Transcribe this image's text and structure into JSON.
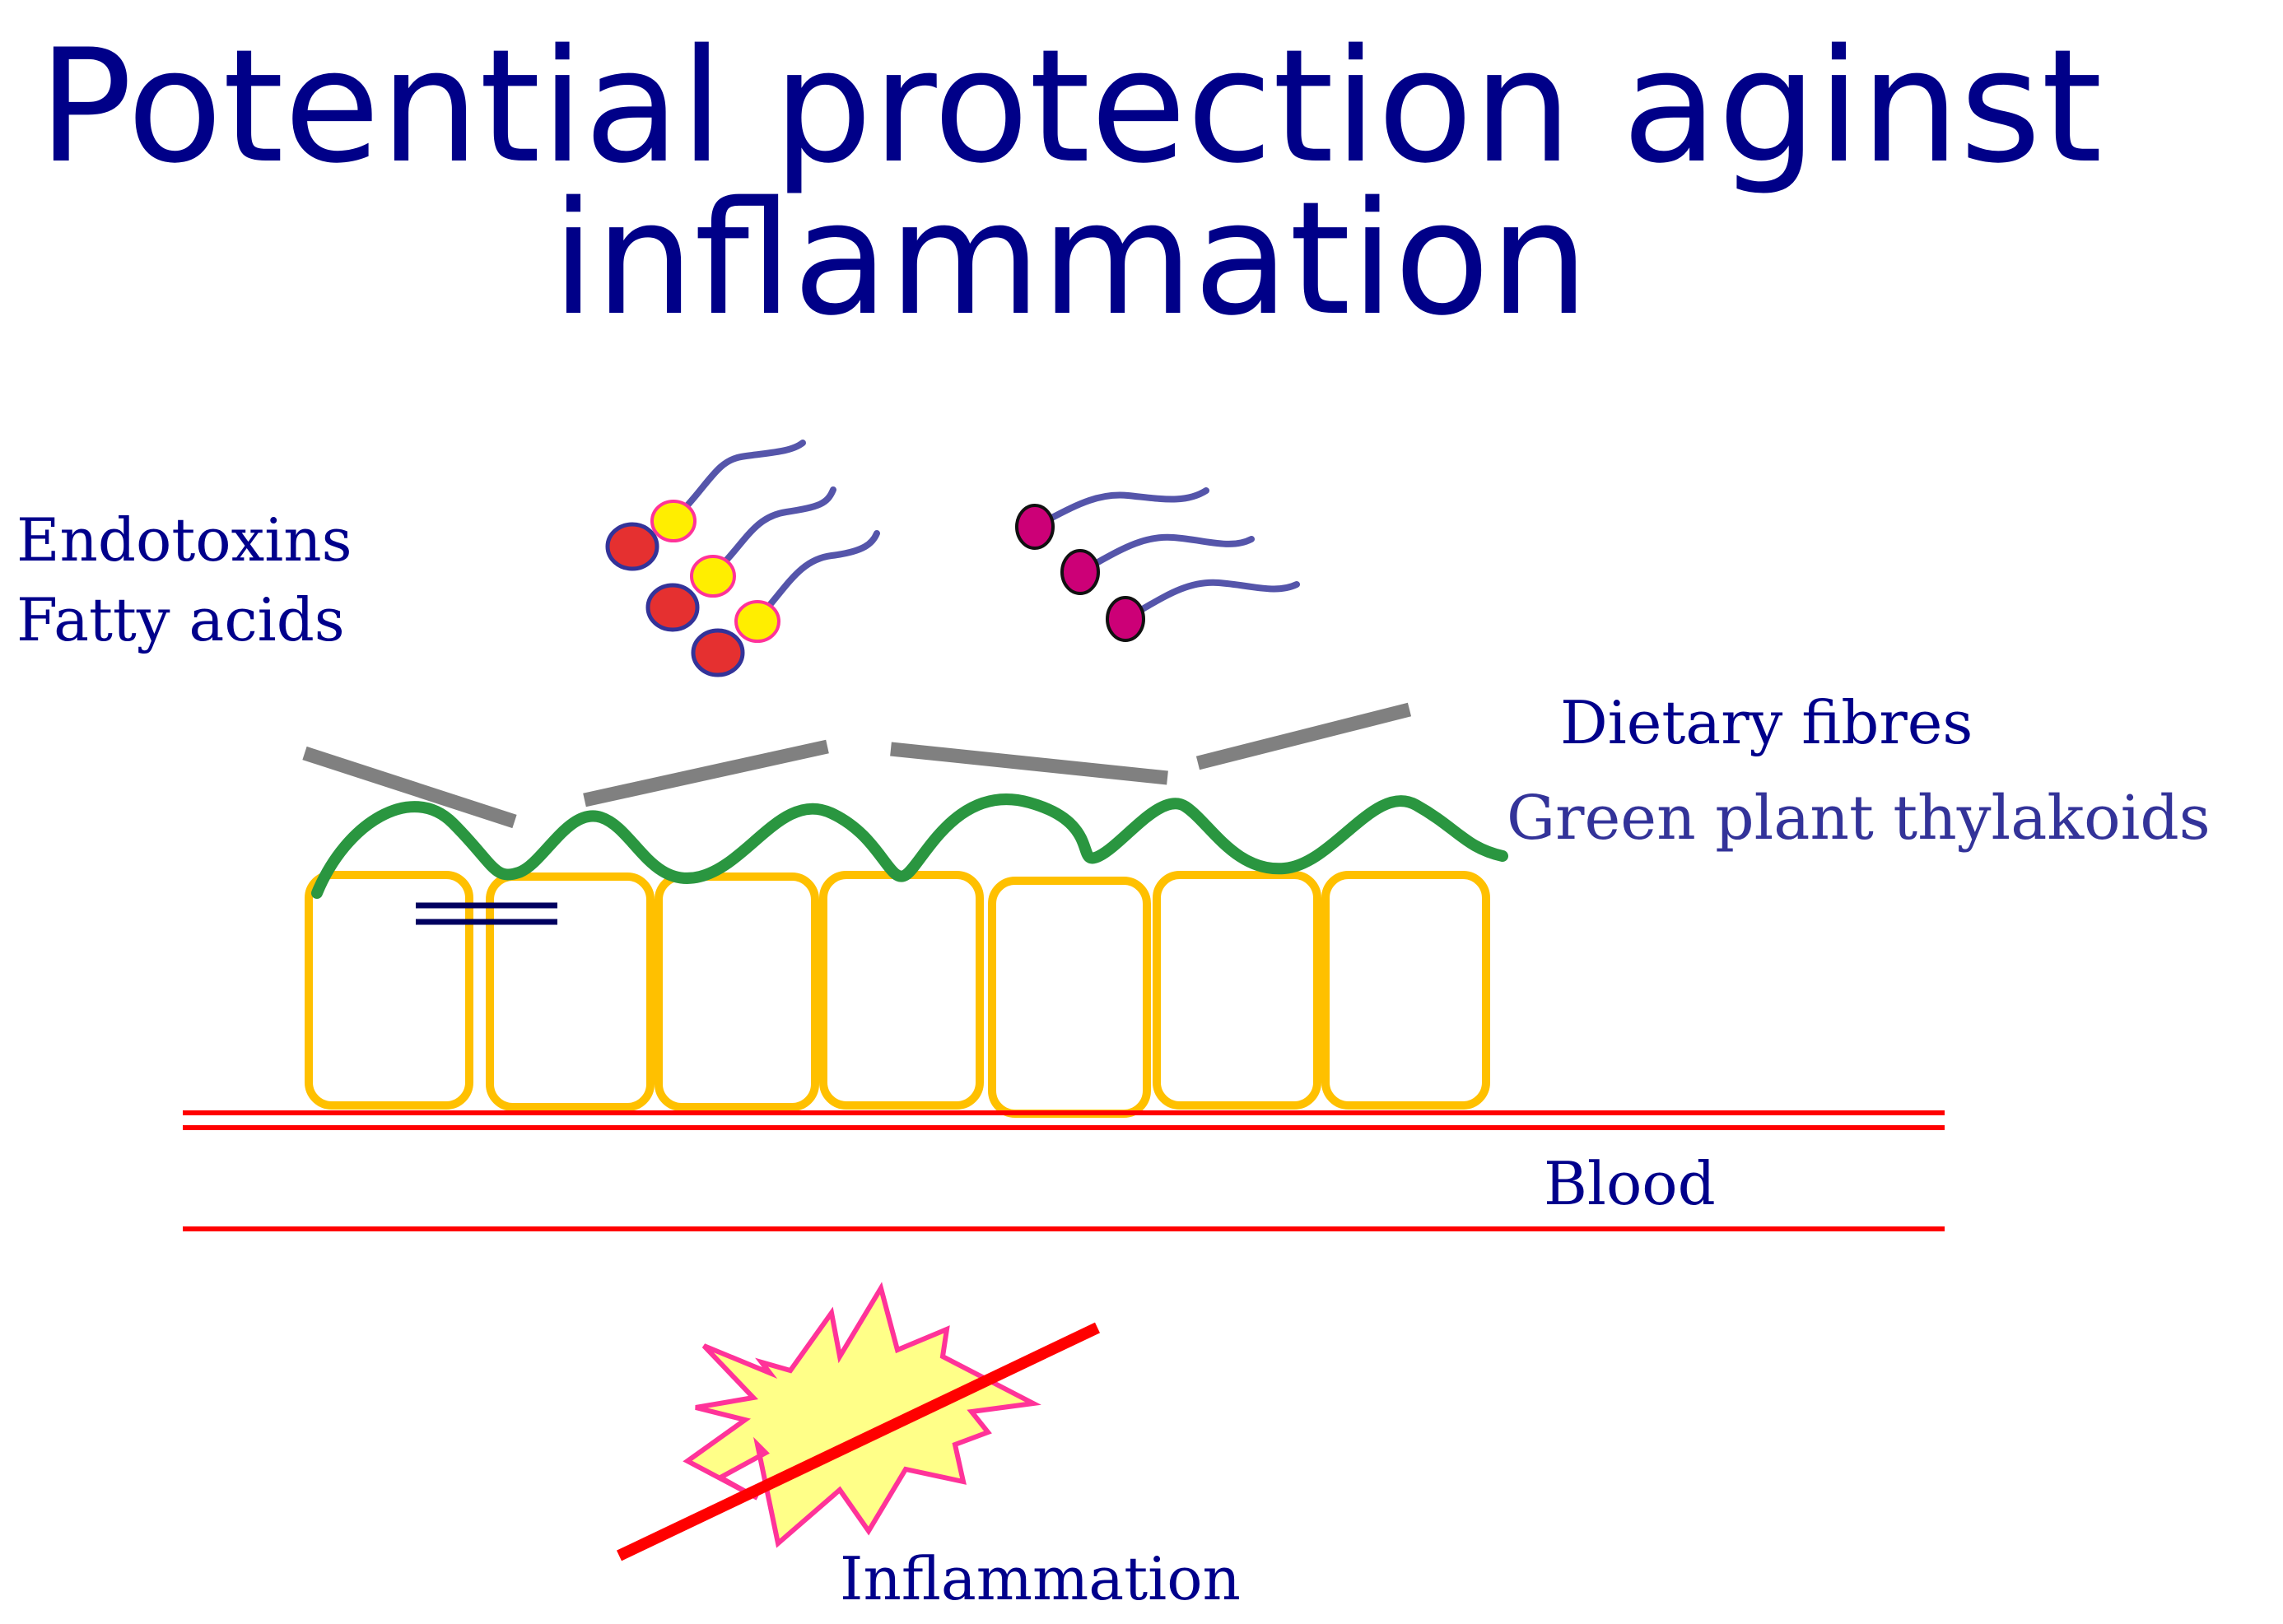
{
  "title": {
    "line1": "Potential protection aginst",
    "line2": "inflammation"
  },
  "labels": {
    "endotoxins": "Endotoxins",
    "fatty_acids": "Fatty acids",
    "dietary_fibres": "Dietary fibres",
    "thylakoids": "Green plant thylakoids",
    "blood": "Blood",
    "inflammation": "Inflammation"
  },
  "colors": {
    "title": "#000088",
    "label": "#00008b",
    "thylakoids_label": "#333399",
    "fatty_acid_tail": "#5555aa",
    "endotoxin_head": "#e53030",
    "endotoxin_head2": "#ffee00",
    "fatty_acid_head": "#cc0077",
    "fibre": "#808080",
    "thylakoid_membrane": "#2a9640",
    "cell": "#ffc000",
    "tight_junction": "#000060",
    "blood_vessel": "#ff0000",
    "inflammation_fill": "#ffff88",
    "inflammation_outline": "#ff3399",
    "strike": "#ff0000"
  },
  "icons": {
    "endotoxin": "endotoxin-molecule-icon",
    "fatty_acid": "fatty-acid-molecule-icon",
    "inflammation": "inflammation-burst-icon"
  }
}
